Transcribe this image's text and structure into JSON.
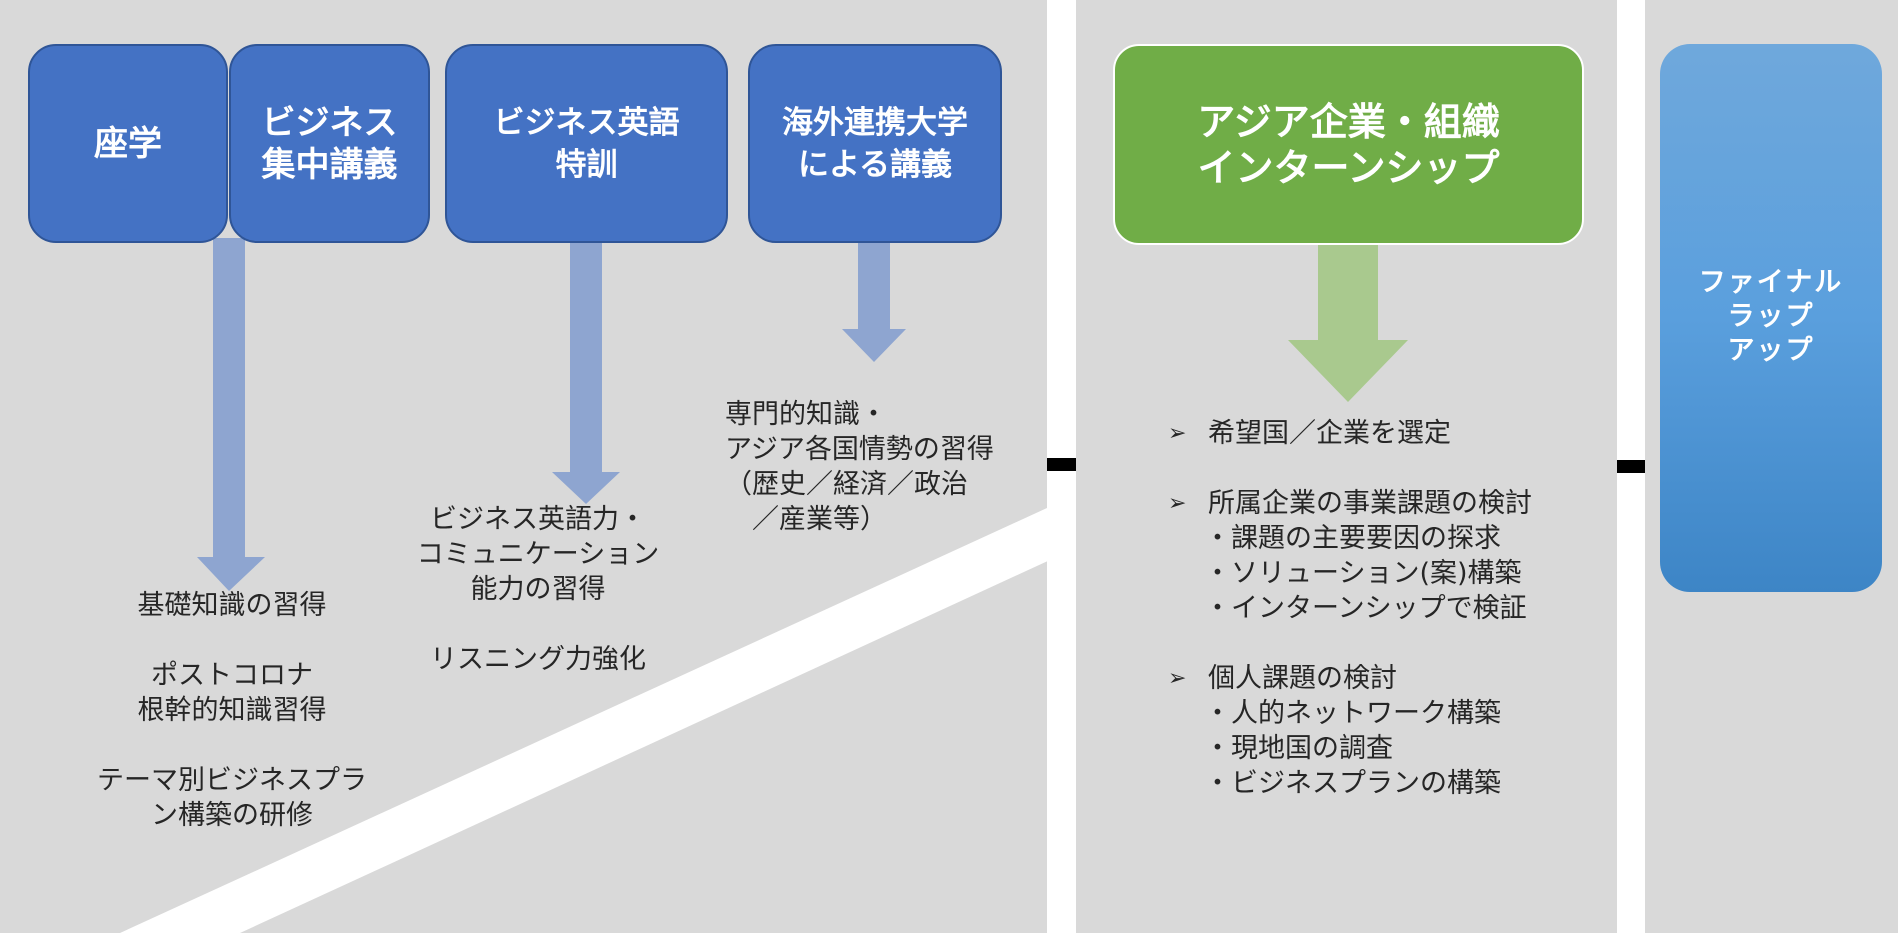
{
  "colors": {
    "panel": "#d9d9d9",
    "blue_box": "#4472c4",
    "green_box": "#70ad47",
    "blue_arrow": "#8ea5d0",
    "green_arrow": "#a9c98e",
    "final_box": "#5a9fdd"
  },
  "boxes": {
    "zagaku": "座学",
    "business_intensive": "ビジネス\n集中講義",
    "business_english": "ビジネス英語\n特訓",
    "overseas_lecture": "海外連携大学\nによる講義",
    "internship": "アジア企業・組織\nインターンシップ",
    "final": "ファイナル\nラップ\nアップ"
  },
  "texts": {
    "zagaku_outcome": "基礎知識の習得\n\nポストコロナ\n根幹的知識習得\n\nテーマ別ビジネスプラ\nン構築の研修",
    "english_outcome": "ビジネス英語力・\nコミュニケーション\n能力の習得\n\nリスニング力強化",
    "lecture_outcome": "専門的知識・\nアジア各国情勢の習得\n（歴史／経済／政治\n　／産業等）"
  },
  "internship_list": [
    {
      "heading": "希望国／企業を選定",
      "items": []
    },
    {
      "heading": "所属企業の事業課題の検討",
      "items": [
        "・課題の主要要因の探求",
        "・ソリューション(案)構築",
        "・インターンシップで検証"
      ]
    },
    {
      "heading": "個人課題の検討",
      "items": [
        "・人的ネットワーク構築",
        "・現地国の調査",
        "・ビジネスプランの構築"
      ]
    }
  ],
  "icons": {
    "list_bullet": "arrowhead-bullet-icon"
  }
}
